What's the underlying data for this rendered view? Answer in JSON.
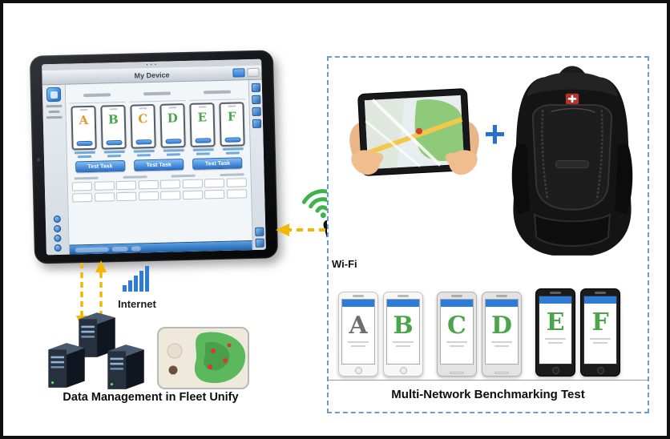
{
  "figure": {
    "left_caption": "Data Management in Fleet Unify",
    "right_caption": "Multi-Network Benchmarking Test",
    "internet_label": "Internet",
    "wifi_label": "Wi-Fi",
    "plus_sign": "+"
  },
  "tablet_app": {
    "status_dots": "• • •",
    "title": "My Device",
    "device_thumbs": [
      {
        "letter": "A",
        "color": "#e09c2d"
      },
      {
        "letter": "B",
        "color": "#46a84b"
      },
      {
        "letter": "C",
        "color": "#e09c2d"
      },
      {
        "letter": "D",
        "color": "#46a84b"
      },
      {
        "letter": "E",
        "color": "#46a84b"
      },
      {
        "letter": "F",
        "color": "#46a84b"
      }
    ],
    "action_buttons": [
      "Test Task",
      "Test Task",
      "Test Task"
    ]
  },
  "bench_phones": [
    {
      "letter": "A",
      "color": "#6e6e6e"
    },
    {
      "letter": "B",
      "color": "#4aa54a"
    },
    {
      "letter": "C",
      "color": "#4aa54a"
    },
    {
      "letter": "D",
      "color": "#4aa54a"
    },
    {
      "letter": "E",
      "color": "#4aa54a"
    },
    {
      "letter": "F",
      "color": "#4aa54a"
    }
  ],
  "colors": {
    "arrow_yellow": "#f2b705",
    "wifi_green": "#3cb44a",
    "accent_blue": "#2f7bd9",
    "box_border_blue": "#6b9bd2"
  }
}
